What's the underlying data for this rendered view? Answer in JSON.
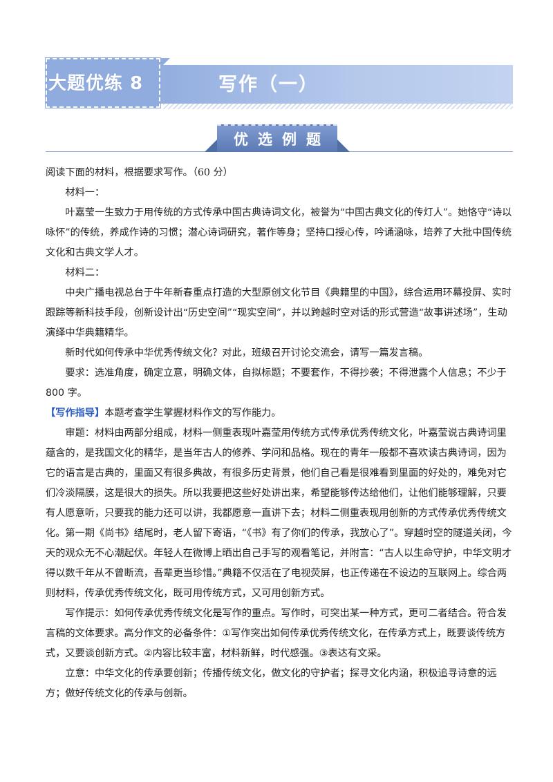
{
  "banner": {
    "label": "大题优练 8",
    "title": "写作（一）"
  },
  "section": {
    "tab": "优选例题"
  },
  "question": {
    "intro": "阅读下面的材料，根据要求写作。（60 分）",
    "material1_title": "材料一：",
    "material1_text": "叶嘉莹一生致力于用传统的方式传承中国古典诗词文化，被誉为“中国古典文化的传灯人”。她恪守“诗以咏怀”的传统，养成作诗的习惯；潜心诗词研究，著作等身；坚持口授心传，吟诵涵咏，培养了大批中国传统文化和古典文学人才。",
    "material2_title": "材料二：",
    "material2_text": "中央广播电视总台于牛年新春重点打造的大型原创文化节目《典籍里的中国》，综合运用环幕投屏、实时跟踪等新科技手段，创新设计出“历史空间”“现实空间”，并以跨越时空对话的形式营造“故事讲述场”，生动演绎中华典籍精华。",
    "prompt": "新时代如何传承中华优秀传统文化？对此，班级召开讨论交流会，请写一篇发言稿。",
    "requirement": "要求：选准角度，确定立意，明确文体，自拟标题；不要套作，不得抄袭；不得泄露个人信息；不少于 800 字。"
  },
  "guide": {
    "tag": "【写作指导】",
    "lead": "本题考查学生掌握材料作文的写作能力。",
    "review": "审题：材料由两部分组成，材料一侧重表现叶嘉莹用传统方式传承优秀传统文化，叶嘉莹说古典诗词里蕴含的，是我国文化的精华，是当年古人的修养、学问和品格。现在的青年一般都不喜欢读古典诗词，因为它的语言是古典的，里面又有很多典故，有很多历史背景，他们自己看是很难看到里面的好处的，难免对它们冷淡隔膜，这是很大的损失。所以我要把这些好处讲出来，希望能够传达给他们，让他们能够理解，只要有人愿意听，只要我的能力还可以讲，我都愿意一直讲下去；材料二侧重表现用创新的方式传承优秀传统文化。第一期《尚书》结尾时，老人留下寄语，“《书》有了你们的传承，我放心了”。穿越时空的隧道关闭，今天的观众无不心潮起伏。年轻人在微博上晒出自己手写的观看笔记，并附言：“古人以生命守护，中华文明才得以数千年从不曾断流，吾辈更当珍惜。”典籍不仅活在了电视荧屏，也正传递在不设边的互联网上。综合两则材料，传承优秀传统文化，既可用传统方式，又可用创新方式。",
    "tips": "写作提示：如何传承优秀传统文化是写作的重点。写作时，可突出某一种方式，更可二者结合。符合发言稿的文体要求。高分作文的必备条件：①写作突出如何传承优秀传统文化，在传承方式上，既要谈传统方式，又要谈创新方式。②内容比较丰富，材料新鲜，时代感强。③表达有文采。",
    "theme": "立意：中华文化的传承要创新；传播传统文化，做文化的守护者；探寻文化内涵，积极追寻诗意的远方；做好传统文化的传承与创新。"
  }
}
